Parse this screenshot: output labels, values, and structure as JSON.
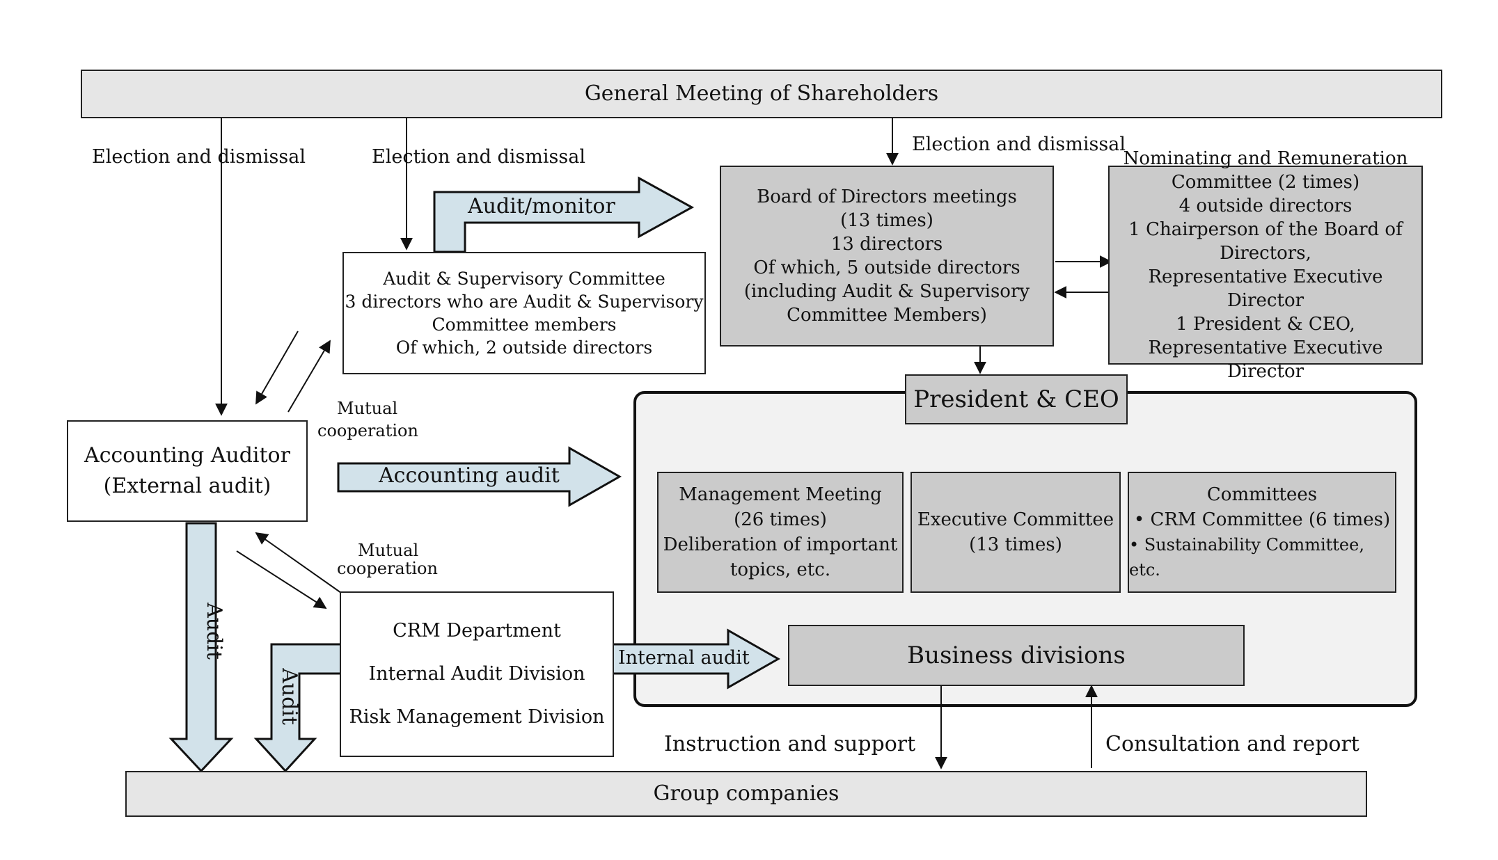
{
  "general_meeting": "General Meeting of Shareholders",
  "labels": {
    "election_left": "Election and dismissal",
    "election_mid": "Election and dismissal",
    "election_right": "Election and dismissal",
    "mutual_top_1": "Mutual",
    "mutual_top_2": "cooperation",
    "mutual_bottom_1": "Mutual",
    "mutual_bottom_2": "cooperation",
    "instruction": "Instruction and support",
    "consultation": "Consultation and report"
  },
  "arrows": {
    "audit_monitor": "Audit/monitor",
    "accounting_audit": "Accounting audit",
    "internal_audit": "Internal audit",
    "audit_left": "Audit",
    "audit_right": "Audit"
  },
  "audit_committee": {
    "lines": [
      "Audit & Supervisory Committee",
      "3 directors who are Audit & Supervisory",
      "Committee members",
      "Of which, 2 outside directors"
    ]
  },
  "board": {
    "lines": [
      "Board of Directors meetings",
      "(13 times)",
      "13 directors",
      "Of which, 5 outside directors",
      "(including Audit & Supervisory",
      "Committee Members)"
    ]
  },
  "nominating": {
    "lines": [
      "Nominating and Remuneration",
      "Committee (2 times)",
      "4 outside directors",
      "1 Chairperson of the Board of Directors,",
      "Representative Executive Director",
      "1 President & CEO,",
      "Representative Executive Director"
    ]
  },
  "accounting_auditor": {
    "lines": [
      "Accounting Auditor",
      "(External audit)"
    ]
  },
  "president": "President & CEO",
  "management": {
    "lines": [
      "Management Meeting",
      "(26 times)",
      "Deliberation of important",
      "topics, etc."
    ]
  },
  "executive": {
    "lines": [
      "Executive Committee",
      "(13 times)"
    ]
  },
  "committees": {
    "title": "Committees",
    "items": [
      "• CRM Committee (6 times)",
      "• Sustainability Committee, etc."
    ]
  },
  "crm": {
    "lines": [
      "CRM Department",
      "Internal Audit Division",
      "Risk Management Division"
    ]
  },
  "business": "Business divisions",
  "group": "Group companies",
  "colors": {
    "light_box": "#e6e6e6",
    "gray_box": "#cbcbcb",
    "arrow_fill": "#d2e2ea",
    "panel": "#f2f2f2"
  }
}
